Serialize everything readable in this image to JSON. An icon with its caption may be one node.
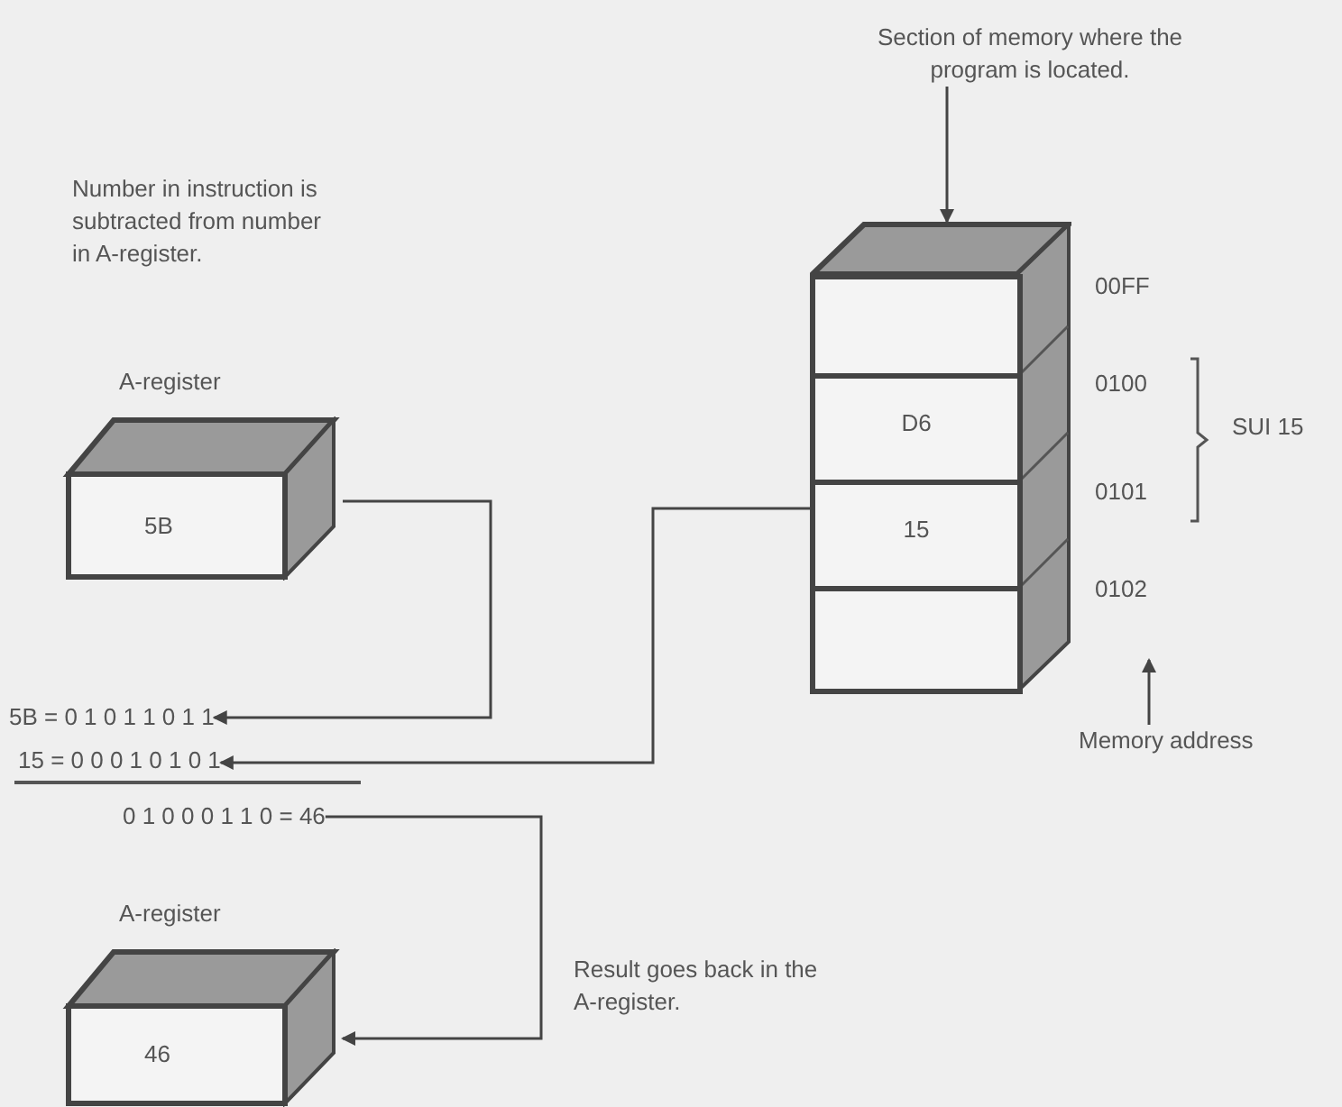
{
  "diagram": {
    "nodes": [
      {
        "text": [
          "Section of memory where the program is located."
        ]
      },
      {
        "text": [],
        "shape": "box"
      },
      {
        "text": [],
        "shape": "box",
        "in": 1,
        "beside": [
          "00FF"
        ]
      },
      {
        "text": [
          "D6"
        ],
        "in": 1,
        "beside": [
          "0100"
        ]
      },
      {
        "text": [
          "15"
        ],
        "in": 1,
        "beside": [
          "0101"
        ]
      },
      {
        "text": [],
        "shape": "box",
        "in": 1,
        "beside": [
          "0102"
        ]
      },
      {
        "text": [
          "A-register",
          "5B"
        ]
      },
      {
        "text": [
          "5B = 0 1 0 1 1 0 1 1"
        ]
      },
      {
        "text": [
          "15 = 0 0 0 1 0 1 0 1"
        ]
      },
      {
        "text": [
          "0 1 0 0 0 1 1 0 = 46"
        ]
      },
      {
        "text": [
          "Memory address"
        ]
      },
      {
        "text": [
          "A-register",
          "46"
        ]
      }
    ],
    "edges": [
      {
        "from": 0,
        "to": 1,
        "arrow": "to"
      },
      {
        "from": 6,
        "to": 7,
        "arrow": "to"
      },
      {
        "from": 4,
        "to": 8,
        "arrow": "to"
      },
      {
        "from": 9,
        "to": 11,
        "arrow": "to"
      },
      {
        "from": 10,
        "to": null,
        "arrow": "to"
      }
    ],
    "labels": [
      "Number in instruction is subtracted from number in A-register.",
      "SUI 15",
      "Result goes back in the A-register."
    ]
  }
}
